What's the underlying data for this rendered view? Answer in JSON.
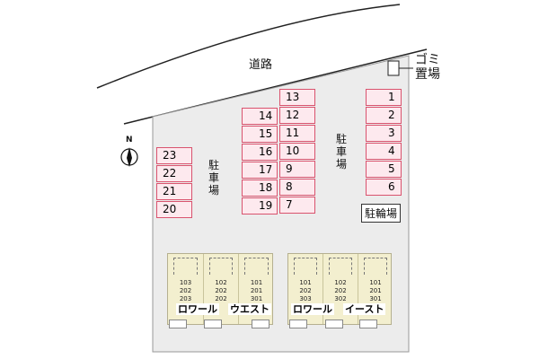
{
  "road_label": "道路",
  "garbage_label": [
    "ゴミ",
    "置場"
  ],
  "parking_label": "駐車場",
  "parking_label_right": "駐車場",
  "bike_parking_label": "駐輪場",
  "north_label": "N",
  "parking": {
    "col_a": [
      "23",
      "22",
      "21",
      "20"
    ],
    "col_b": [
      "14",
      "15",
      "16",
      "17",
      "18",
      "19"
    ],
    "col_c": [
      "13",
      "12",
      "11",
      "10",
      "9",
      "8",
      "7"
    ],
    "col_d": [
      "1",
      "2",
      "3",
      "4",
      "5",
      "6"
    ]
  },
  "buildings": [
    {
      "name": "ロワール　ウエスト",
      "name_left": "ロワール",
      "name_right": "ウエスト",
      "units": [
        [
          "103",
          "202",
          "203"
        ],
        [
          "102",
          "202",
          "202"
        ],
        [
          "101",
          "201",
          "301"
        ]
      ]
    },
    {
      "name": "ロワール　イースト",
      "name_left": "ロワール",
      "name_right": "イースト",
      "units": [
        [
          "101",
          "202",
          "303"
        ],
        [
          "102",
          "202",
          "302"
        ],
        [
          "101",
          "201",
          "301"
        ]
      ]
    }
  ],
  "colors": {
    "lot": "#ececec",
    "parking_fill": "#fde9ee",
    "parking_border": "#d9536e",
    "building_fill": "#f3efcf"
  }
}
